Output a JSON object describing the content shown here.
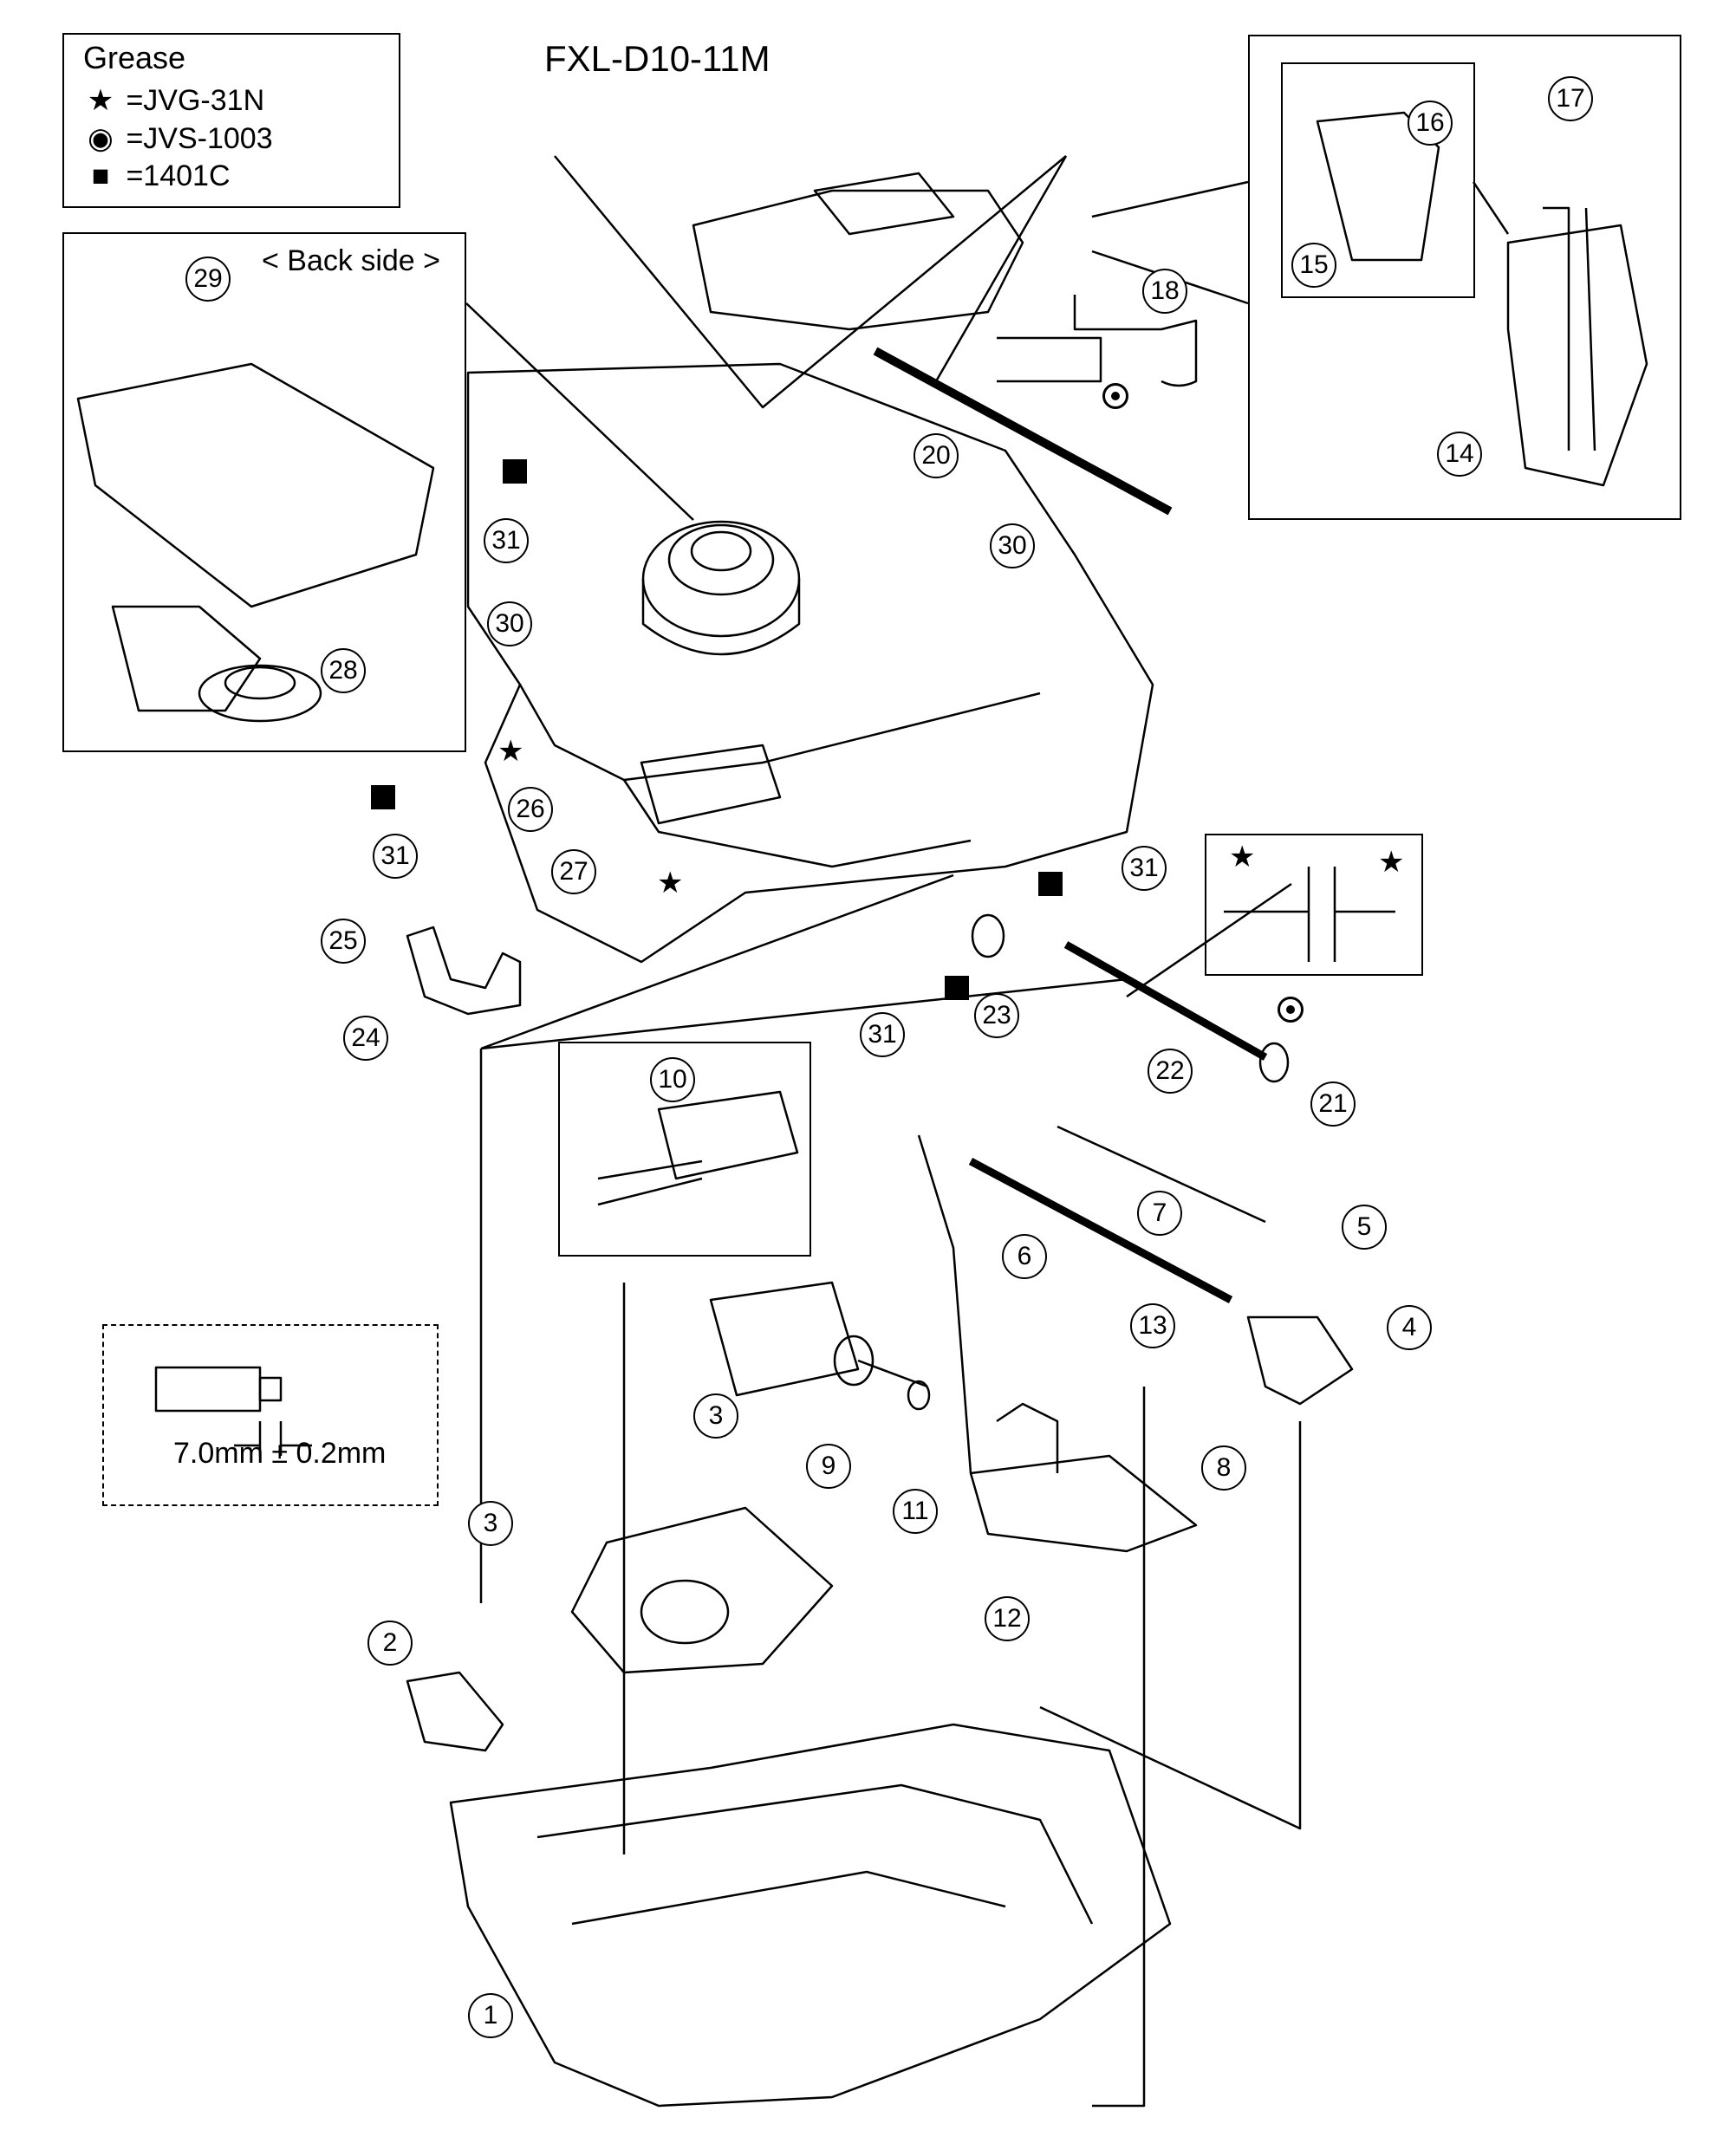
{
  "model": "FXL-D10-11M",
  "legend": {
    "title": "Grease",
    "items": [
      {
        "symbol": "★",
        "text": "=JVG-31N"
      },
      {
        "symbol": "◉",
        "text": "=JVS-1003"
      },
      {
        "symbol": "■",
        "text": "=1401C"
      }
    ]
  },
  "back_label": "< Back side >",
  "measurement": "7.0mm ± 0.2mm",
  "callouts": [
    "1",
    "2",
    "3",
    "3",
    "4",
    "5",
    "6",
    "7",
    "8",
    "9",
    "10",
    "11",
    "12",
    "13",
    "14",
    "15",
    "16",
    "17",
    "18",
    "20",
    "21",
    "22",
    "23",
    "24",
    "25",
    "26",
    "27",
    "28",
    "29",
    "30",
    "30",
    "31",
    "31",
    "31",
    "31"
  ]
}
